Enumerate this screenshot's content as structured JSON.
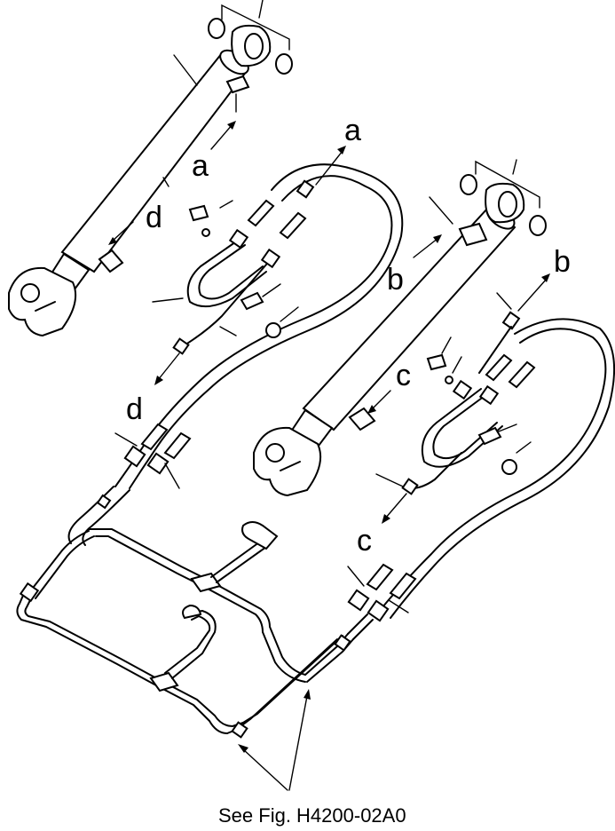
{
  "diagram": {
    "labels": {
      "a_top": "a",
      "a_mid": "a",
      "b_right": "b",
      "b_mid": "b",
      "c_mid": "c",
      "c_low": "c",
      "d_left": "d",
      "d_low": "d"
    },
    "caption": "See Fig. H4200-02A0",
    "colors": {
      "ink": "#000000",
      "paper": "#ffffff"
    }
  }
}
